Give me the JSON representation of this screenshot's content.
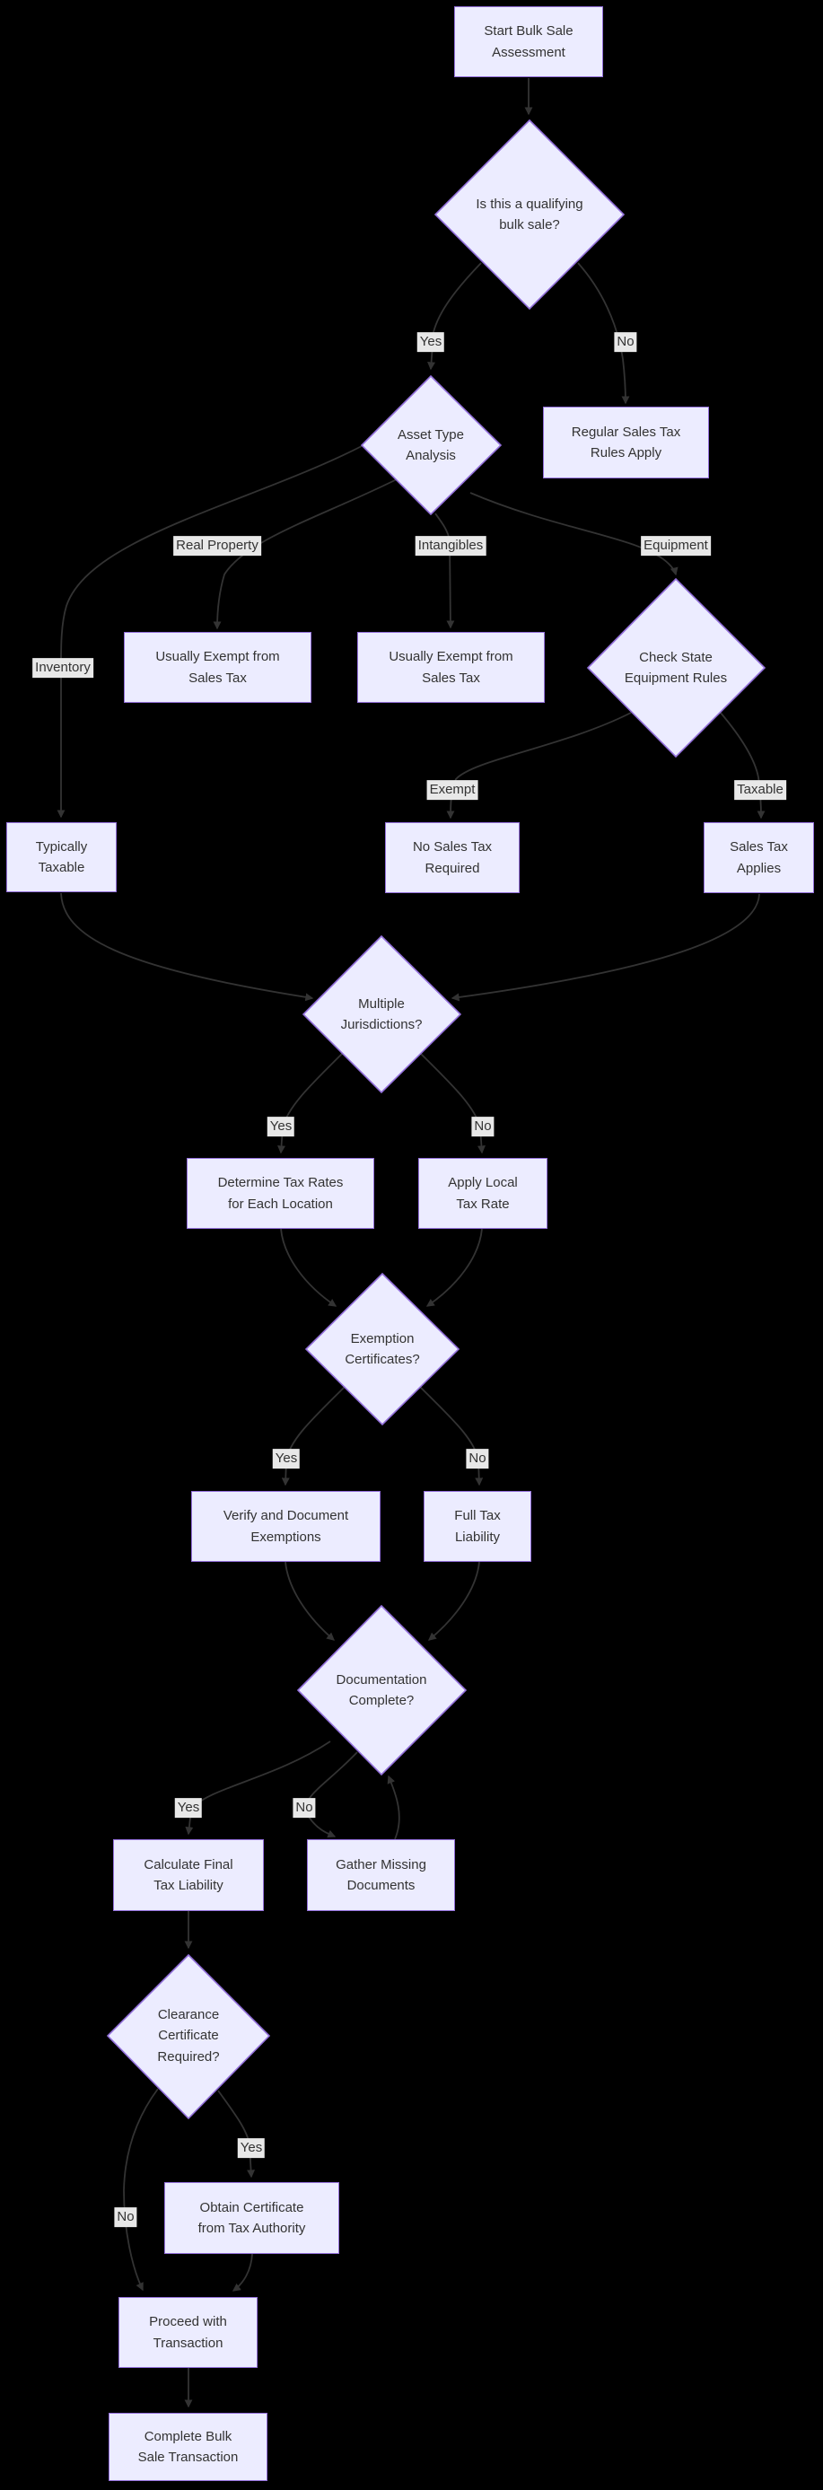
{
  "diagram": {
    "type": "flowchart",
    "colors": {
      "background": "#000000",
      "node_fill": "#ECECFF",
      "node_border": "#9370DB",
      "edge_color": "#333333",
      "edge_label_background": "#e8e8e8",
      "text_color": "#333333"
    },
    "nodes": {
      "start": {
        "label": "Start Bulk Sale\nAssessment",
        "shape": "rect"
      },
      "qualify": {
        "label": "Is this a qualifying\nbulk sale?",
        "shape": "diamond"
      },
      "regular": {
        "label": "Regular Sales Tax\nRules Apply",
        "shape": "rect"
      },
      "asset": {
        "label": "Asset Type\nAnalysis",
        "shape": "diamond"
      },
      "exempt_real_property": {
        "label": "Usually Exempt from\nSales Tax",
        "shape": "rect"
      },
      "exempt_intangibles": {
        "label": "Usually Exempt from\nSales Tax",
        "shape": "rect"
      },
      "equipment_rules": {
        "label": "Check State\nEquipment Rules",
        "shape": "diamond"
      },
      "typically_taxable": {
        "label": "Typically\nTaxable",
        "shape": "rect"
      },
      "no_sales_tax": {
        "label": "No Sales Tax\nRequired",
        "shape": "rect"
      },
      "sales_tax_applies": {
        "label": "Sales Tax\nApplies",
        "shape": "rect"
      },
      "multiple_jurisdictions": {
        "label": "Multiple\nJurisdictions?",
        "shape": "diamond"
      },
      "determine_rates": {
        "label": "Determine Tax Rates\nfor Each Location",
        "shape": "rect"
      },
      "apply_local_rate": {
        "label": "Apply Local\nTax Rate",
        "shape": "rect"
      },
      "exemption_certificates": {
        "label": "Exemption\nCertificates?",
        "shape": "diamond"
      },
      "verify_exemptions": {
        "label": "Verify and Document\nExemptions",
        "shape": "rect"
      },
      "full_tax_liability": {
        "label": "Full Tax\nLiability",
        "shape": "rect"
      },
      "documentation_complete": {
        "label": "Documentation\nComplete?",
        "shape": "diamond"
      },
      "calculate_final": {
        "label": "Calculate Final\nTax Liability",
        "shape": "rect"
      },
      "gather_documents": {
        "label": "Gather Missing\nDocuments",
        "shape": "rect"
      },
      "clearance_certificate": {
        "label": "Clearance\nCertificate\nRequired?",
        "shape": "diamond"
      },
      "obtain_certificate": {
        "label": "Obtain Certificate\nfrom Tax Authority",
        "shape": "rect"
      },
      "proceed_transaction": {
        "label": "Proceed with\nTransaction",
        "shape": "rect"
      },
      "complete_sale": {
        "label": "Complete Bulk\nSale Transaction",
        "shape": "rect"
      }
    },
    "edge_labels": [
      {
        "edge": "qualify->asset",
        "text": "Yes"
      },
      {
        "edge": "qualify->regular",
        "text": "No"
      },
      {
        "edge": "asset->exempt_real_property",
        "text": "Real Property"
      },
      {
        "edge": "asset->exempt_intangibles",
        "text": "Intangibles"
      },
      {
        "edge": "asset->equipment_rules",
        "text": "Equipment"
      },
      {
        "edge": "asset->typically_taxable",
        "text": "Inventory"
      },
      {
        "edge": "equipment_rules->no_sales_tax",
        "text": "Exempt"
      },
      {
        "edge": "equipment_rules->sales_tax_applies",
        "text": "Taxable"
      },
      {
        "edge": "multiple_jurisdictions->determine_rates",
        "text": "Yes"
      },
      {
        "edge": "multiple_jurisdictions->apply_local_rate",
        "text": "No"
      },
      {
        "edge": "exemption_certificates->verify_exemptions",
        "text": "Yes"
      },
      {
        "edge": "exemption_certificates->full_tax_liability",
        "text": "No"
      },
      {
        "edge": "documentation_complete->calculate_final",
        "text": "Yes"
      },
      {
        "edge": "documentation_complete->gather_documents",
        "text": "No"
      },
      {
        "edge": "clearance_certificate->obtain_certificate",
        "text": "Yes"
      },
      {
        "edge": "clearance_certificate->proceed_transaction",
        "text": "No"
      }
    ]
  }
}
